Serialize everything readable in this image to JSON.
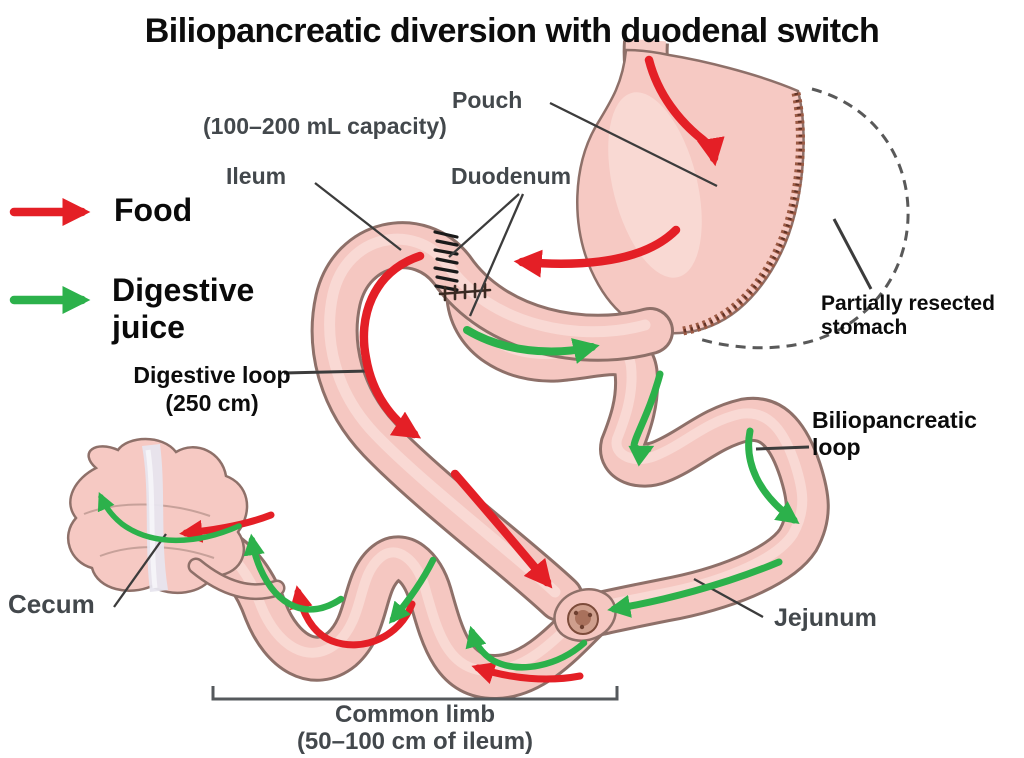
{
  "title": "Biliopancreatic diversion with duodenal switch",
  "legend": {
    "food": {
      "label": "Food",
      "color": "#e41f26"
    },
    "digestive_juice": {
      "label": "Digestive\njuice",
      "color": "#2cb14b"
    }
  },
  "labels": {
    "pouch": "Pouch",
    "pouch_capacity": "(100–200 mL capacity)",
    "ileum": "Ileum",
    "duodenum": "Duodenum",
    "partially_resected_stomach": "Partially resected\nstomach",
    "digestive_loop": "Digestive loop\n(250 cm)",
    "biliopancreatic_loop": "Biliopancreatic\nloop",
    "cecum": "Cecum",
    "jejunum": "Jejunum",
    "common_limb": "Common limb\n(50–100 cm of ileum)"
  },
  "colors": {
    "food_arrow": "#e41f26",
    "digestive_juice_arrow": "#2cb14b",
    "intestine_fill": "#f5c7c1",
    "intestine_outline": "#8e7069",
    "staple_line": "#9c5a44",
    "resected_outline_dash": "#595959"
  }
}
